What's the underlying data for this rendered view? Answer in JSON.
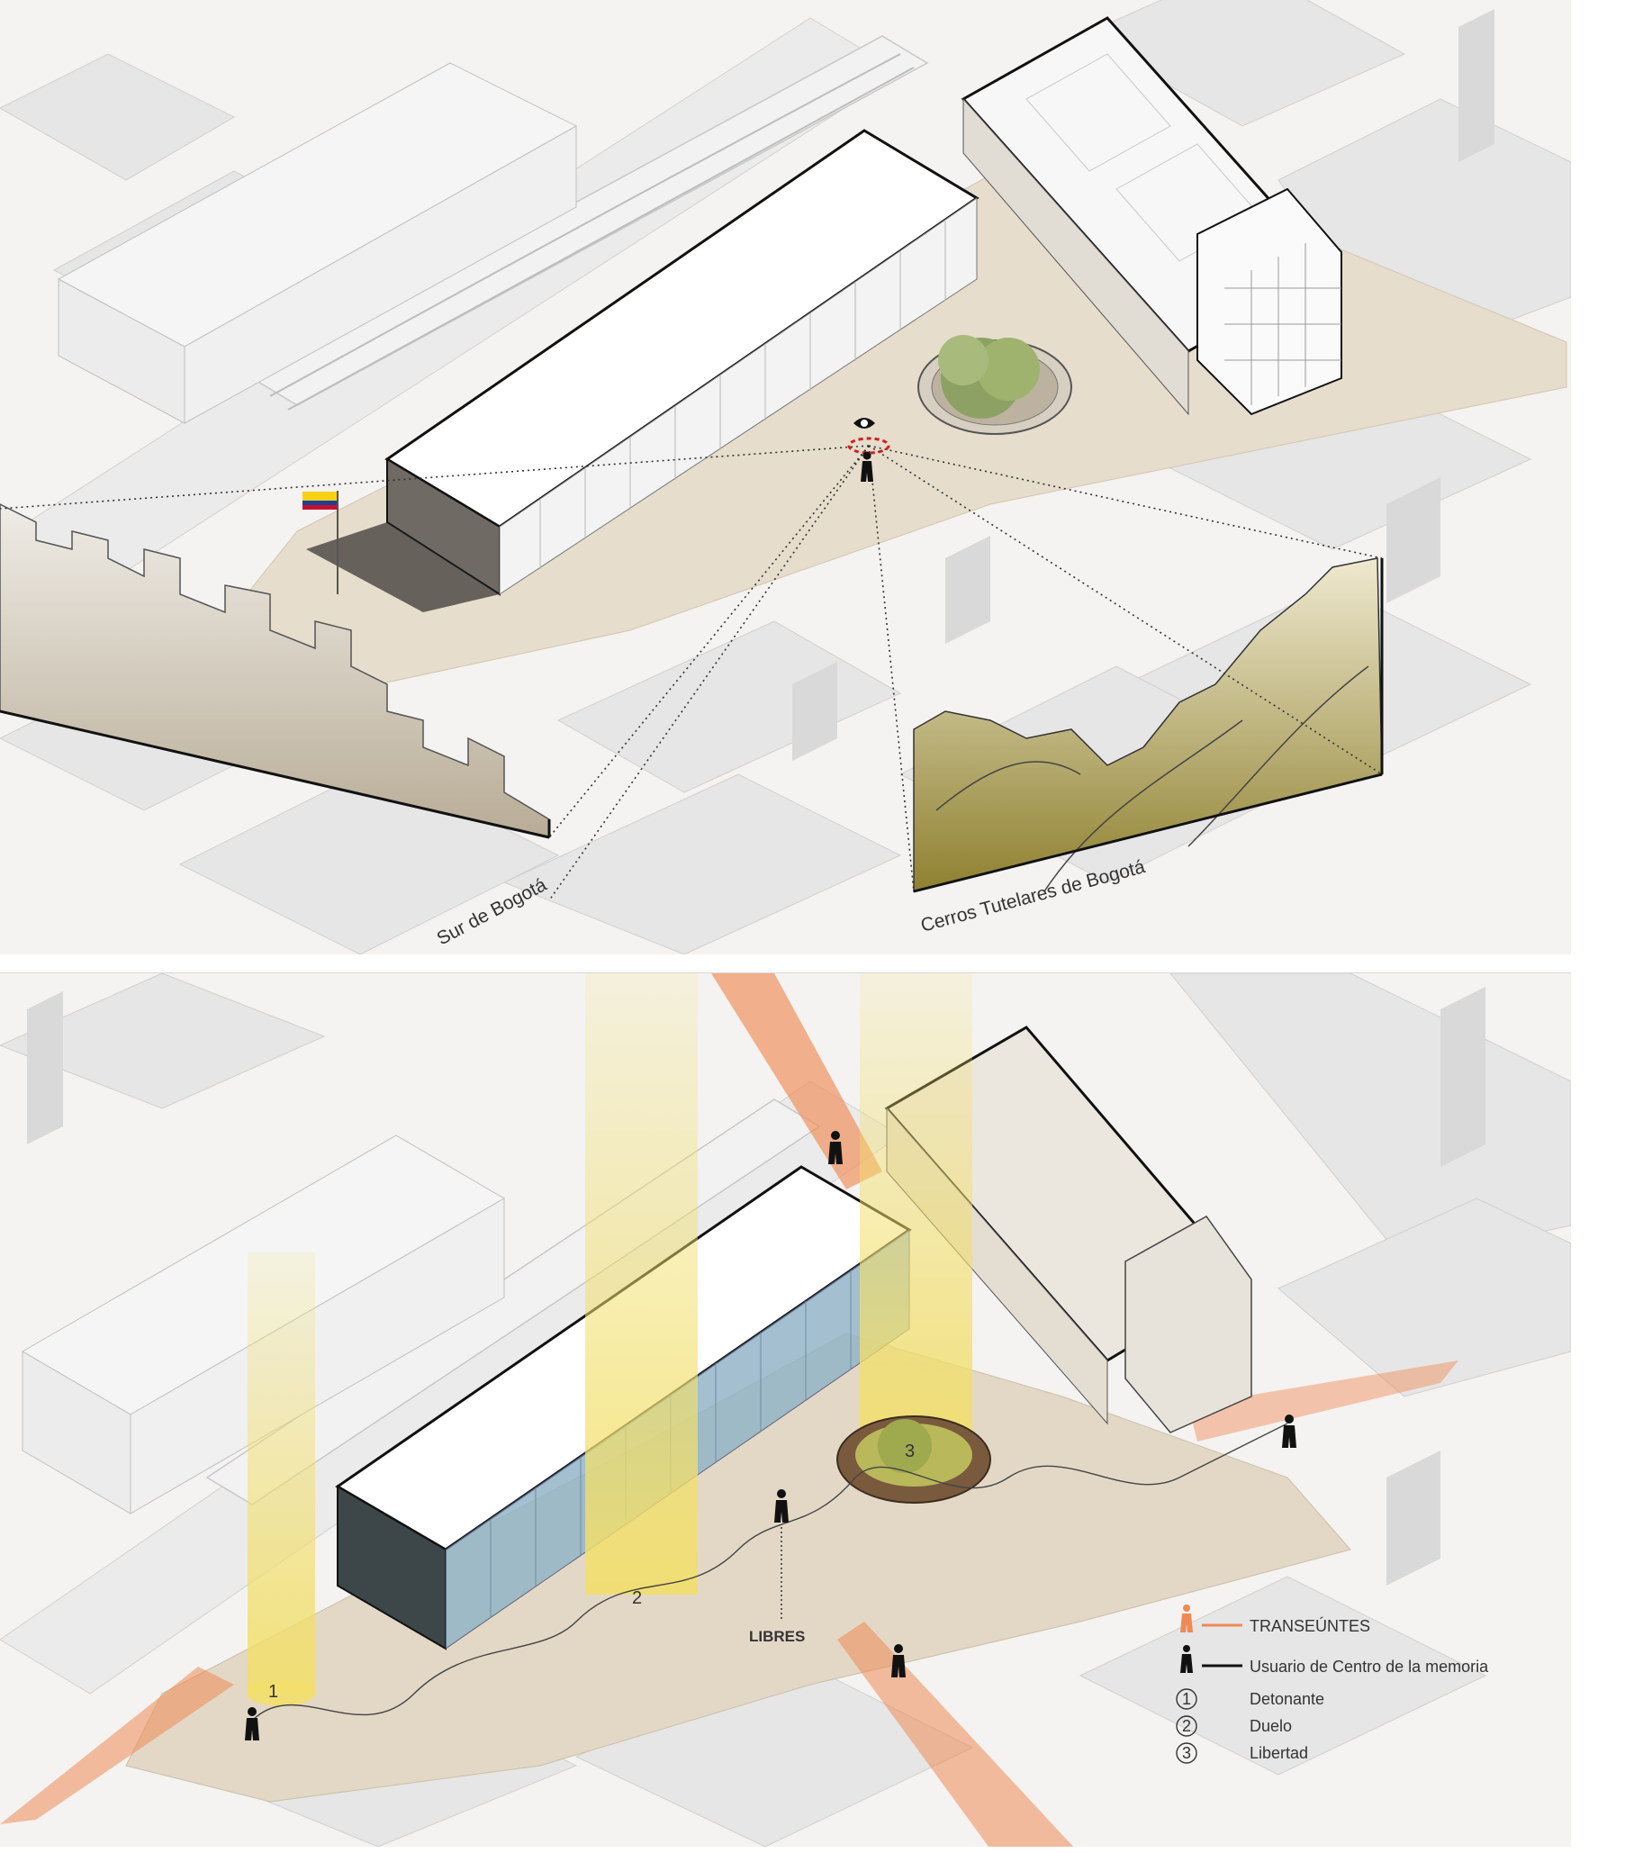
{
  "top_view": {
    "labels": {
      "south": "Sur de Bogotá",
      "hills": "Cerros Tutelares de Bogotá"
    },
    "eye_icon": "eye-icon"
  },
  "bottom_view": {
    "zone_numbers": [
      "1",
      "2",
      "3"
    ],
    "libres_label": "LIBRES",
    "legend": {
      "transeuntes": "TRANSEÚNTES",
      "usuario": "Usuario de Centro de la memoria",
      "items": [
        {
          "num": "1",
          "label": "Detonante"
        },
        {
          "num": "2",
          "label": "Duelo"
        },
        {
          "num": "3",
          "label": "Libertad"
        }
      ]
    },
    "colors": {
      "light_column": "#f2df6b",
      "pedestrian_flow": "#ef8a55",
      "glass": "#8fb3c8",
      "plaza": "#e3d8c6"
    }
  }
}
